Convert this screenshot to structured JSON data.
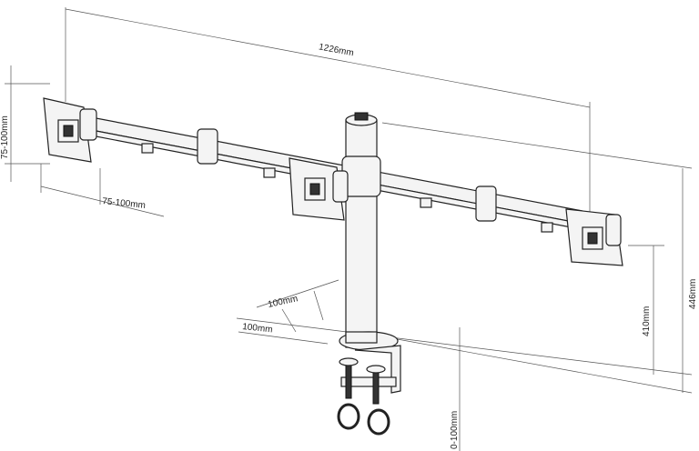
{
  "title": "Triple monitor desk mount dimension drawing",
  "dimensions": {
    "total_width": "1226mm",
    "vesa_vertical": "75-100mm",
    "vesa_horizontal": "75-100mm",
    "clamp_depth_a": "100mm",
    "clamp_depth_b": "100mm",
    "arm_height": "410mm",
    "pole_height": "446mm",
    "desk_thickness": "0-100mm"
  }
}
